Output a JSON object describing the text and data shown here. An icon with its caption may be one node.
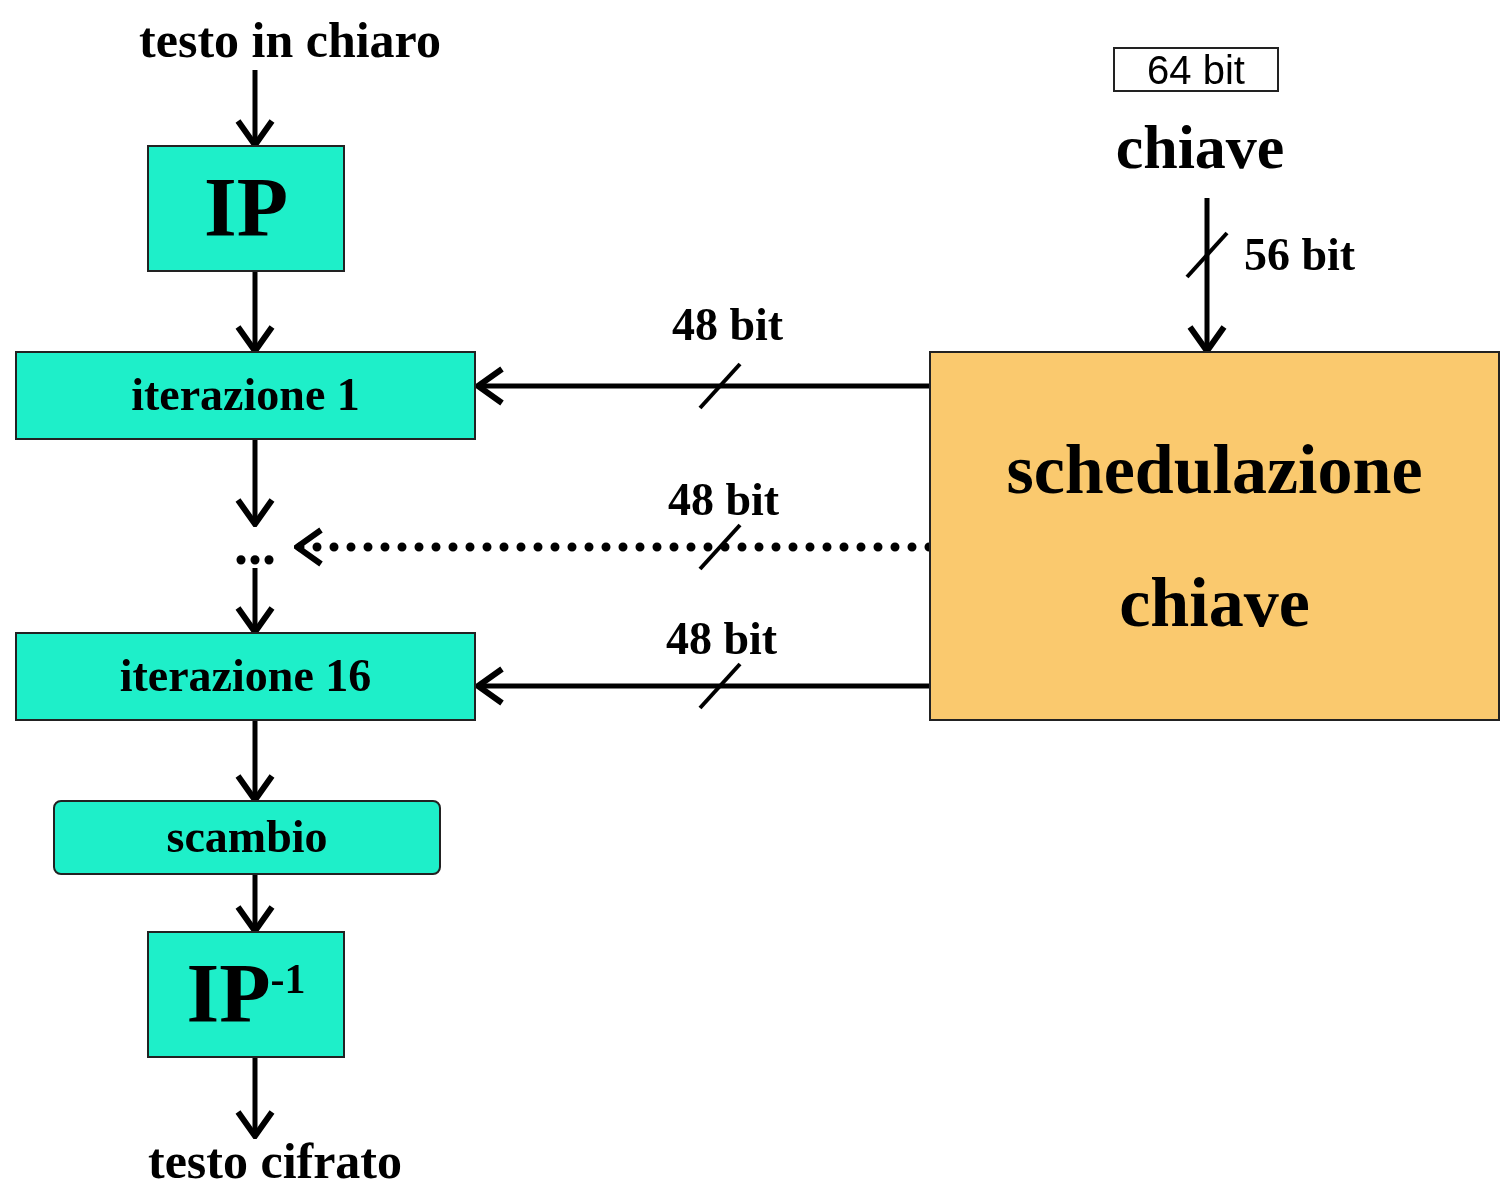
{
  "diagram": {
    "nodes": [
      {
        "text": [
          "testo in chiaro"
        ]
      },
      {
        "text": [
          "IP"
        ]
      },
      {
        "text": [
          "iterazione 1"
        ]
      },
      {
        "text": [
          "..."
        ]
      },
      {
        "text": [
          "iterazione 16"
        ]
      },
      {
        "text": [
          "scambio"
        ]
      },
      {
        "text": [
          "IP$^{-1}$"
        ]
      },
      {
        "text": [
          "testo cifrato"
        ]
      },
      {
        "text": [
          "64 bit"
        ]
      },
      {
        "text": [
          "chiave"
        ]
      },
      {
        "text": [
          "schedulazione chiave"
        ]
      }
    ],
    "edges": [
      {
        "from": 0,
        "to": 1,
        "arrow": "to"
      },
      {
        "from": 1,
        "to": 2,
        "arrow": "to"
      },
      {
        "from": 2,
        "to": 3,
        "arrow": "to"
      },
      {
        "from": 3,
        "to": 4,
        "arrow": "to"
      },
      {
        "from": 4,
        "to": 5,
        "arrow": "to"
      },
      {
        "from": 5,
        "to": 6,
        "arrow": "to"
      },
      {
        "from": 6,
        "to": 7,
        "arrow": "to"
      },
      {
        "from": 9,
        "to": 10,
        "arrow": "to",
        "label": "56 bit"
      },
      {
        "from": 10,
        "to": 2,
        "arrow": "to",
        "label": "48 bit"
      },
      {
        "from": 10,
        "to": 3,
        "arrow": "to",
        "label": "48 bit",
        "style": "dashed"
      },
      {
        "from": 10,
        "to": 4,
        "arrow": "to",
        "label": "48 bit"
      }
    ]
  }
}
